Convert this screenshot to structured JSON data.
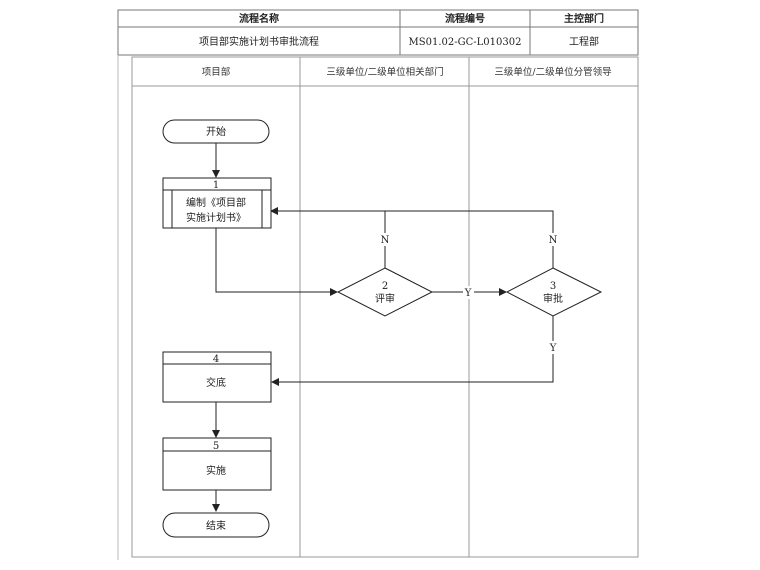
{
  "header": {
    "col_name_title": "流程名称",
    "col_code_title": "流程编号",
    "col_dept_title": "主控部门",
    "process_name": "项目部实施计划书审批流程",
    "process_code": "MS01.02-GC-L010302",
    "main_dept": "工程部"
  },
  "lanes": [
    {
      "label": "项目部"
    },
    {
      "label": "三级单位/二级单位相关部门"
    },
    {
      "label": "三级单位/二级单位分管领导"
    }
  ],
  "nodes": {
    "start": {
      "label": "开始"
    },
    "step1": {
      "number": "1",
      "line1": "编制《项目部",
      "line2": "实施计划书》"
    },
    "step2": {
      "number": "2",
      "label": "评审"
    },
    "step3": {
      "number": "3",
      "label": "审批"
    },
    "step4": {
      "number": "4",
      "label": "交底"
    },
    "step5": {
      "number": "5",
      "label": "实施"
    },
    "end": {
      "label": "结束"
    }
  },
  "edge_labels": {
    "step2_no": "N",
    "step2_yes": "Y",
    "step3_no": "N",
    "step3_yes": "Y"
  }
}
